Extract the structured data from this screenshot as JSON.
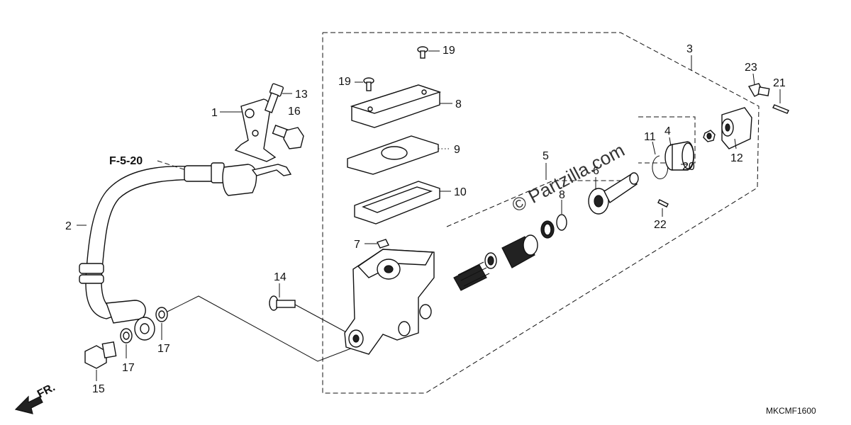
{
  "callouts": {
    "c1": "1",
    "c2": "2",
    "c3": "3",
    "c4": "4",
    "c5": "5",
    "c6": "6",
    "c7": "7",
    "c8a": "8",
    "c8b": "8",
    "c9": "9",
    "c10": "10",
    "c11": "11",
    "c12": "12",
    "c13": "13",
    "c14": "14",
    "c15": "15",
    "c16": "16",
    "c17a": "17",
    "c17b": "17",
    "c19a": "19",
    "c19b": "19",
    "c20": "20",
    "c21": "21",
    "c22": "22",
    "c23": "23"
  },
  "reference": "F-5-20",
  "direction_label": "FR.",
  "watermark": "© Partzilla.com",
  "diagram_code": "MKCMF1600",
  "colors": {
    "line": "#111111",
    "background": "#ffffff"
  }
}
